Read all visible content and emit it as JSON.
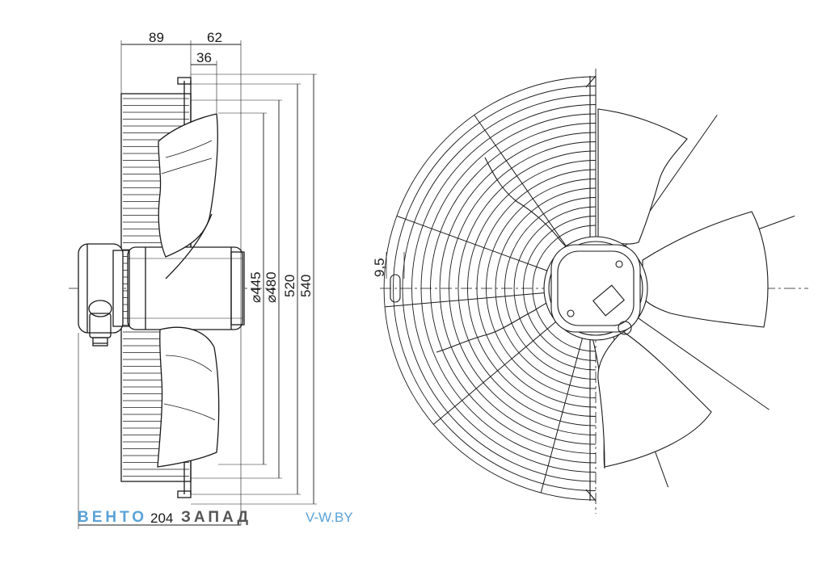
{
  "dimensions": {
    "d89": "89",
    "d62": "62",
    "d36": "36",
    "d204": "204",
    "d445": "⌀445",
    "d480": "⌀480",
    "d520": "520",
    "d540": "540",
    "d9_5": "9,5"
  },
  "watermark": {
    "brand_part1": "ВЕНТО",
    "brand_part2": "ЗАПАД",
    "url": "V-W.BY",
    "brand_color": "#5aa2d8",
    "brand_dark": "#555555"
  },
  "colors": {
    "line": "#1a1a1a",
    "background": "#ffffff"
  }
}
